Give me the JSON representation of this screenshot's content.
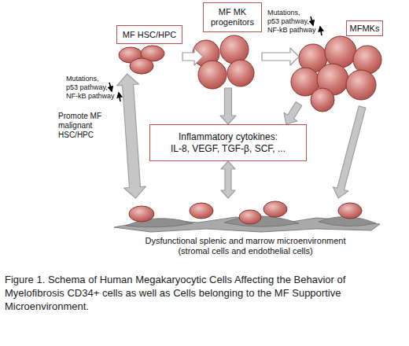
{
  "diagram": {
    "caption": "Figure 1. Schema of Human Megakaryocytic Cells Affecting the Behavior of Myelofibrosis CD34+ cells as well as Cells belonging to the MF Supportive Microenvironment.",
    "nodes": [
      {
        "text": [
          "MF HSC/HPC"
        ]
      },
      {
        "text": [
          "MF MK progenitors"
        ]
      },
      {
        "text": [
          "MFMKs"
        ]
      },
      {
        "text": [
          "Inflammatory cytokines:",
          "IL-8, VEGF, TGF-β, SCF, ..."
        ]
      },
      {
        "text": [
          "Dysfunctional splenic and marrow microenvironment (stromal cells and endothelial cells)"
        ]
      }
    ],
    "edges": [
      {
        "from": 0,
        "to": 1,
        "arrow": "to"
      },
      {
        "from": 1,
        "to": 2,
        "arrow": "to"
      },
      {
        "from": 1,
        "to": 3,
        "arrow": "to"
      },
      {
        "from": 2,
        "to": 3,
        "arrow": "to"
      },
      {
        "from": 3,
        "to": 4,
        "arrow": "both"
      },
      {
        "from": 0,
        "to": 4,
        "arrow": "both",
        "label": "Promote MF malignant HSC/HPC"
      },
      {
        "from": 2,
        "to": 4,
        "arrow": "to"
      }
    ],
    "labels": [
      "Mutations,",
      "p53 pathway,",
      "NF-kB pathway",
      "Mutations,",
      "p53 pathway,",
      "NF-kB pathway"
    ]
  }
}
